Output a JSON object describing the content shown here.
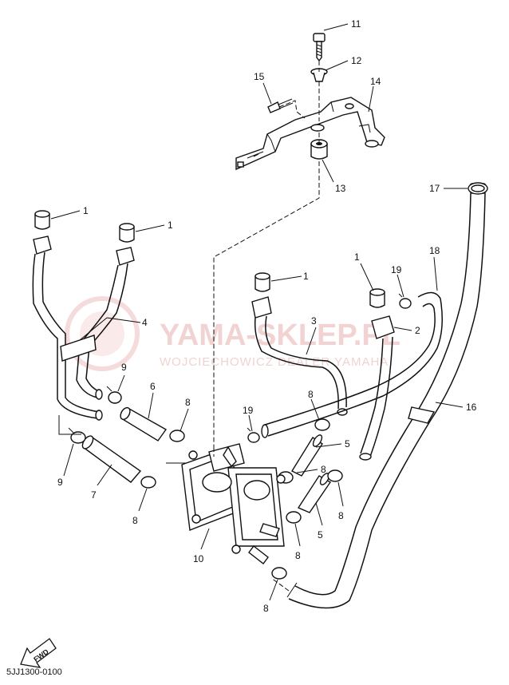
{
  "watermark": {
    "brand": "YAMA-SKLEP.PL",
    "subtitle": "WOJCIECHOWICZ DEALER YAMAHA"
  },
  "callouts": [
    {
      "id": "c11a",
      "label": "11"
    },
    {
      "id": "c12",
      "label": "12"
    },
    {
      "id": "c15",
      "label": "15"
    },
    {
      "id": "c14",
      "label": "14"
    },
    {
      "id": "c13",
      "label": "13"
    },
    {
      "id": "c17",
      "label": "17"
    },
    {
      "id": "c1a",
      "label": "1"
    },
    {
      "id": "c1b",
      "label": "1"
    },
    {
      "id": "c1c",
      "label": "1"
    },
    {
      "id": "c1d",
      "label": "1"
    },
    {
      "id": "c18",
      "label": "18"
    },
    {
      "id": "c19a",
      "label": "19"
    },
    {
      "id": "c4",
      "label": "4"
    },
    {
      "id": "c3",
      "label": "3"
    },
    {
      "id": "c2",
      "label": "2"
    },
    {
      "id": "c9a",
      "label": "9"
    },
    {
      "id": "c6",
      "label": "6"
    },
    {
      "id": "c8a",
      "label": "8"
    },
    {
      "id": "c8b",
      "label": "8"
    },
    {
      "id": "c19b",
      "label": "19"
    },
    {
      "id": "c16",
      "label": "16"
    },
    {
      "id": "c5a",
      "label": "5"
    },
    {
      "id": "c8c",
      "label": "8"
    },
    {
      "id": "c9b",
      "label": "9"
    },
    {
      "id": "c7",
      "label": "7"
    },
    {
      "id": "c8d",
      "label": "8"
    },
    {
      "id": "c8e",
      "label": "8"
    },
    {
      "id": "c5b",
      "label": "5"
    },
    {
      "id": "c8f",
      "label": "8"
    },
    {
      "id": "c10",
      "label": "10"
    },
    {
      "id": "c8g",
      "label": "8"
    }
  ],
  "fwd_label": "FWD",
  "diagram_code": "5JJ1300-0100"
}
